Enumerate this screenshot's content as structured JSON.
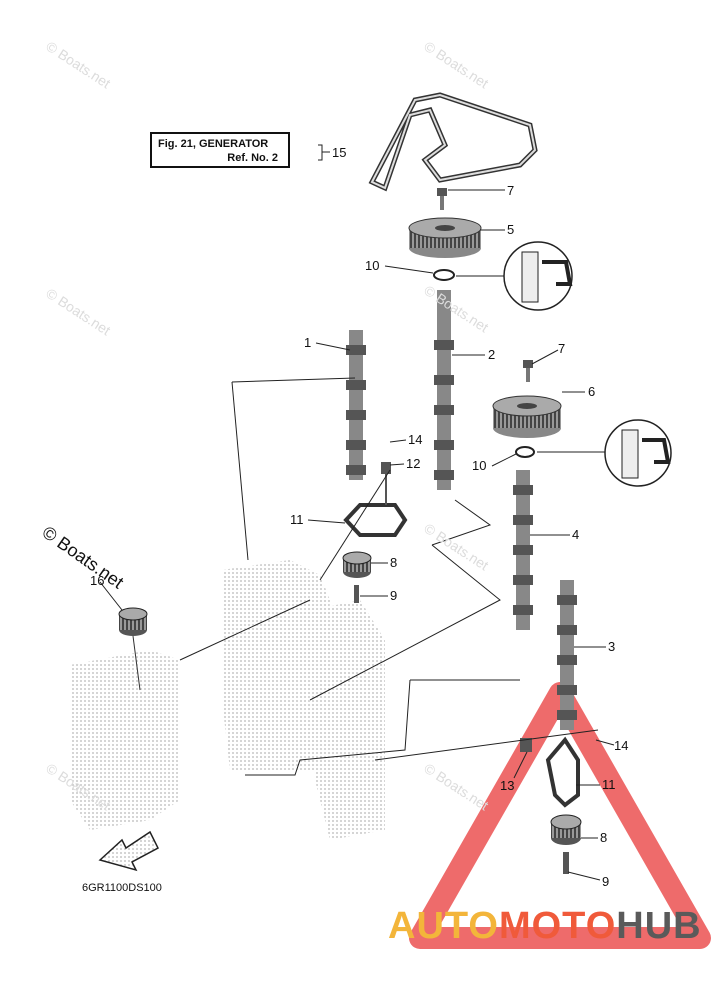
{
  "reference_box": {
    "line1": "Fig. 21, GENERATOR",
    "line2": "Ref. No. 2"
  },
  "diagram_code": "6GR1100DS100",
  "watermark_text": "© Boats.net",
  "brand": {
    "part1": "AUTO",
    "part2": "MOTO",
    "part3": "HUB"
  },
  "colors": {
    "brand_yellow": "#f3b53a",
    "brand_red": "#f05a3a",
    "brand_gray": "#5a5a5a",
    "triangle_red": "#e8393a"
  },
  "callouts": [
    {
      "id": "15",
      "text": "15"
    },
    {
      "id": "7a",
      "text": "7"
    },
    {
      "id": "5",
      "text": "5"
    },
    {
      "id": "10a",
      "text": "10"
    },
    {
      "id": "1",
      "text": "1"
    },
    {
      "id": "2",
      "text": "2"
    },
    {
      "id": "7b",
      "text": "7"
    },
    {
      "id": "6",
      "text": "6"
    },
    {
      "id": "14a",
      "text": "14"
    },
    {
      "id": "12",
      "text": "12"
    },
    {
      "id": "10b",
      "text": "10"
    },
    {
      "id": "11a",
      "text": "11"
    },
    {
      "id": "4",
      "text": "4"
    },
    {
      "id": "8a",
      "text": "8"
    },
    {
      "id": "9a",
      "text": "9"
    },
    {
      "id": "16",
      "text": "16"
    },
    {
      "id": "3",
      "text": "3"
    },
    {
      "id": "14b",
      "text": "14"
    },
    {
      "id": "13",
      "text": "13"
    },
    {
      "id": "11b",
      "text": "11"
    },
    {
      "id": "8b",
      "text": "8"
    },
    {
      "id": "9b",
      "text": "9"
    }
  ]
}
